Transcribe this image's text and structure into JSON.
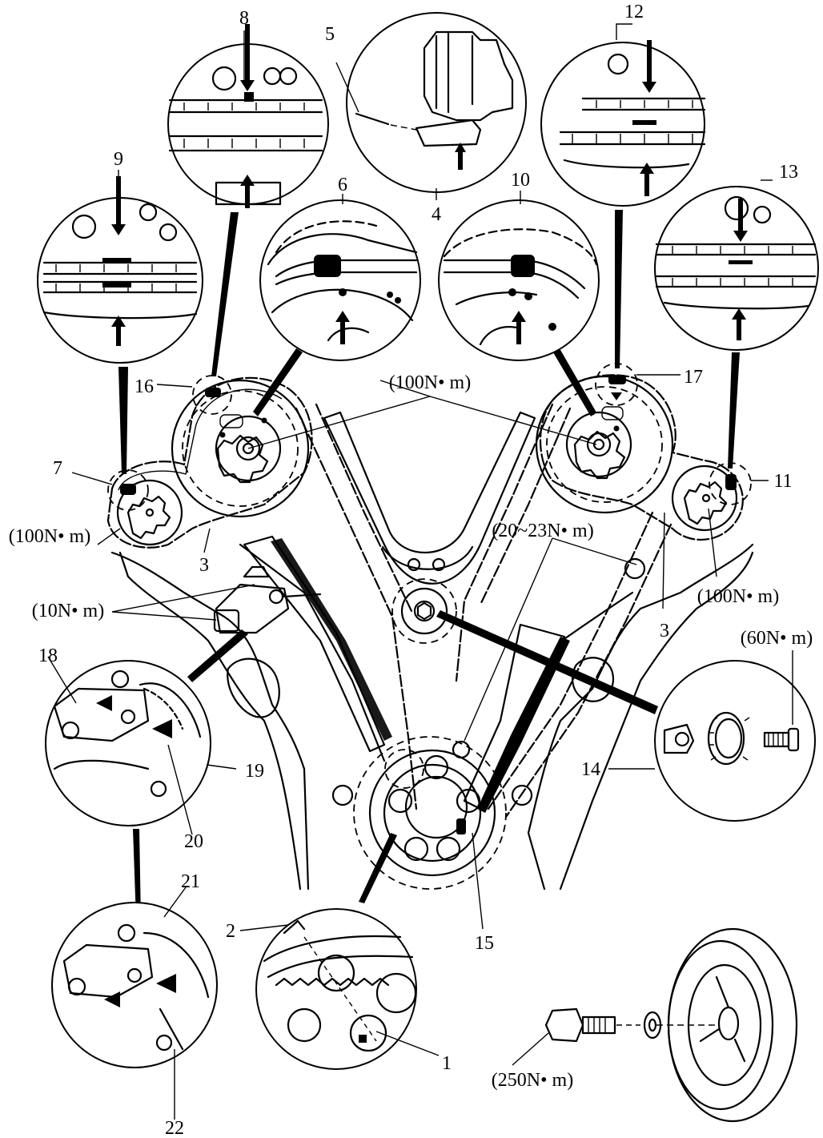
{
  "callouts": {
    "c1": "1",
    "c2": "2",
    "c3a": "3",
    "c3b": "3",
    "c4": "4",
    "c5": "5",
    "c6": "6",
    "c7": "7",
    "c8": "8",
    "c9": "9",
    "c10": "10",
    "c11": "11",
    "c12": "12",
    "c13": "13",
    "c14": "14",
    "c15": "15",
    "c16": "16",
    "c17": "17",
    "c18": "18",
    "c19": "19",
    "c20": "20",
    "c21": "21",
    "c22": "22"
  },
  "torques": {
    "left_cam": "(100N• m)",
    "right_cam": "(100N• m)",
    "left_exhaust": "(100N• m)",
    "right_exhaust": "(100N• m)",
    "chain_guide": "(20~23N• m)",
    "tensioner": "(10N• m)",
    "idler_bolt": "(60N• m)",
    "crank_bolt": "(250N• m)"
  }
}
